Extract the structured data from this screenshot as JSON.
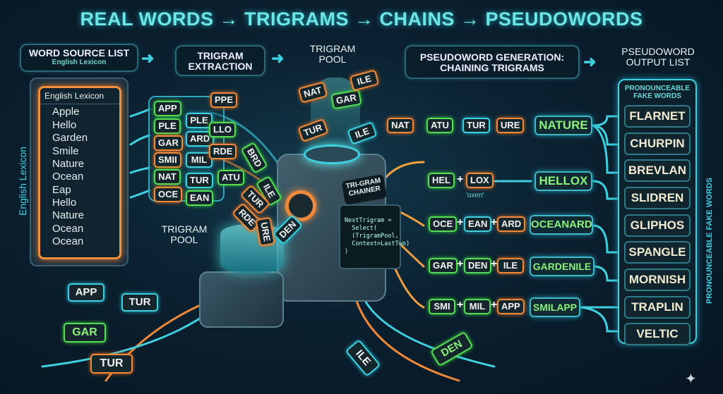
{
  "title": "REAL WORDS → TRIGRAMS → CHAINS → PSEUDOWORDS",
  "source": {
    "heading": "WORD SOURCE LIST",
    "subheading": "English Lexicon",
    "panel_title": "English Lexicon",
    "vertical_label": "English Lexicon",
    "words": [
      "Apple",
      "Hello",
      "Garden",
      "Smile",
      "Nature",
      "Ocean",
      "Eap",
      "Hello",
      "Nature",
      "Ocean",
      "Ocean"
    ]
  },
  "extraction": {
    "heading_line1": "TRIGRAM",
    "heading_line2": "EXTRACTION",
    "tokens": [
      "APP",
      "PLE",
      "GAR",
      "SMII",
      "NAT",
      "OCE",
      "PLE",
      "ARD",
      "MIL",
      "TUR",
      "EAN",
      "PPE",
      "LLO",
      "RDE"
    ],
    "flying": [
      "BRD",
      "ATU",
      "ILE",
      "TUR",
      "RDE",
      "URE",
      "DEN"
    ]
  },
  "pool_top": {
    "line1": "TRIGRAM",
    "line2": "POOL",
    "tokens": [
      "NAT",
      "GAR",
      "TUR",
      "ILE"
    ]
  },
  "pool_bottom": {
    "line1": "TRIGRAM",
    "line2": "POOL"
  },
  "chainer": {
    "label_line1": "TRI-GRAM",
    "label_line2": "CHAINER",
    "code": [
      "NextTrigram =",
      "  Select(",
      "  (TrigramPool,",
      "  Context=LastTwo)",
      ")"
    ]
  },
  "generation": {
    "heading_line1": "PSEUDOWORD GENERATION:",
    "heading_line2": "CHAINING TRIGRAMS",
    "chains": [
      {
        "parts": [
          "NAT",
          "ATU",
          "TUR",
          "URE"
        ],
        "result": "NATURE"
      },
      {
        "parts": [
          "HEL",
          "LOX"
        ],
        "note": "'oxen'",
        "result": "HELLOX"
      },
      {
        "parts": [
          "OCE",
          "EAN",
          "ARD"
        ],
        "result": "OCEANARD"
      },
      {
        "parts": [
          "GAR",
          "DEN",
          "ILE"
        ],
        "result": "GARDENILE"
      },
      {
        "parts": [
          "SMI",
          "MIL",
          "APP"
        ],
        "result": "SMILAPP"
      }
    ],
    "plus": "+"
  },
  "output": {
    "heading_line1": "PSEUDOWORD",
    "heading_line2": "OUTPUT LIST",
    "panel_line1": "PRONOUNCEABLE",
    "panel_line2": "FAKE WORDS",
    "vertical_label": "PRONOUNCEABLE FAKE WORDS",
    "words": [
      "FLARNET",
      "CHURPIN",
      "BREVLAN",
      "SLIDREN",
      "GLIPHOS",
      "SPANGLE",
      "MORNISH",
      "TRAPLIN",
      "VELTIC"
    ]
  },
  "floor_tokens": [
    "APP",
    "TUR",
    "GAR",
    "TUR",
    "ILE",
    "DEN"
  ],
  "colors": {
    "green": "#55dd55",
    "orange": "#f08a3a",
    "cyan": "#3fd0e0",
    "background": "#0b2030"
  }
}
